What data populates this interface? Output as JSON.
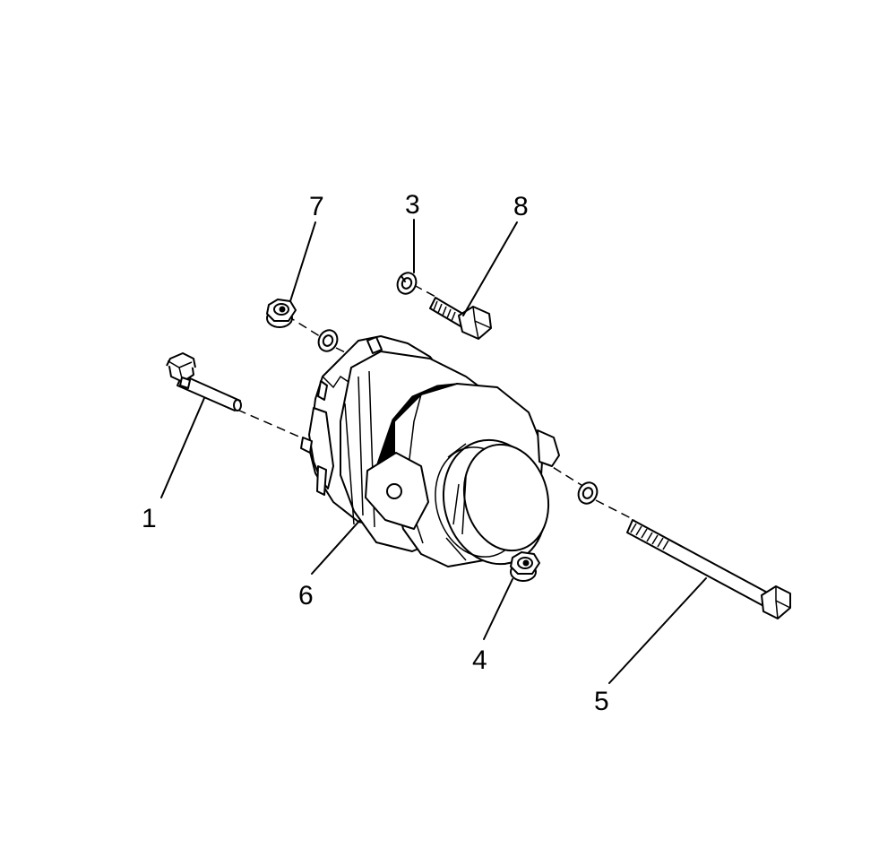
{
  "callouts": {
    "c1": "1",
    "c3": "3",
    "c4": "4",
    "c5": "5",
    "c6": "6",
    "c7": "7",
    "c8": "8"
  }
}
